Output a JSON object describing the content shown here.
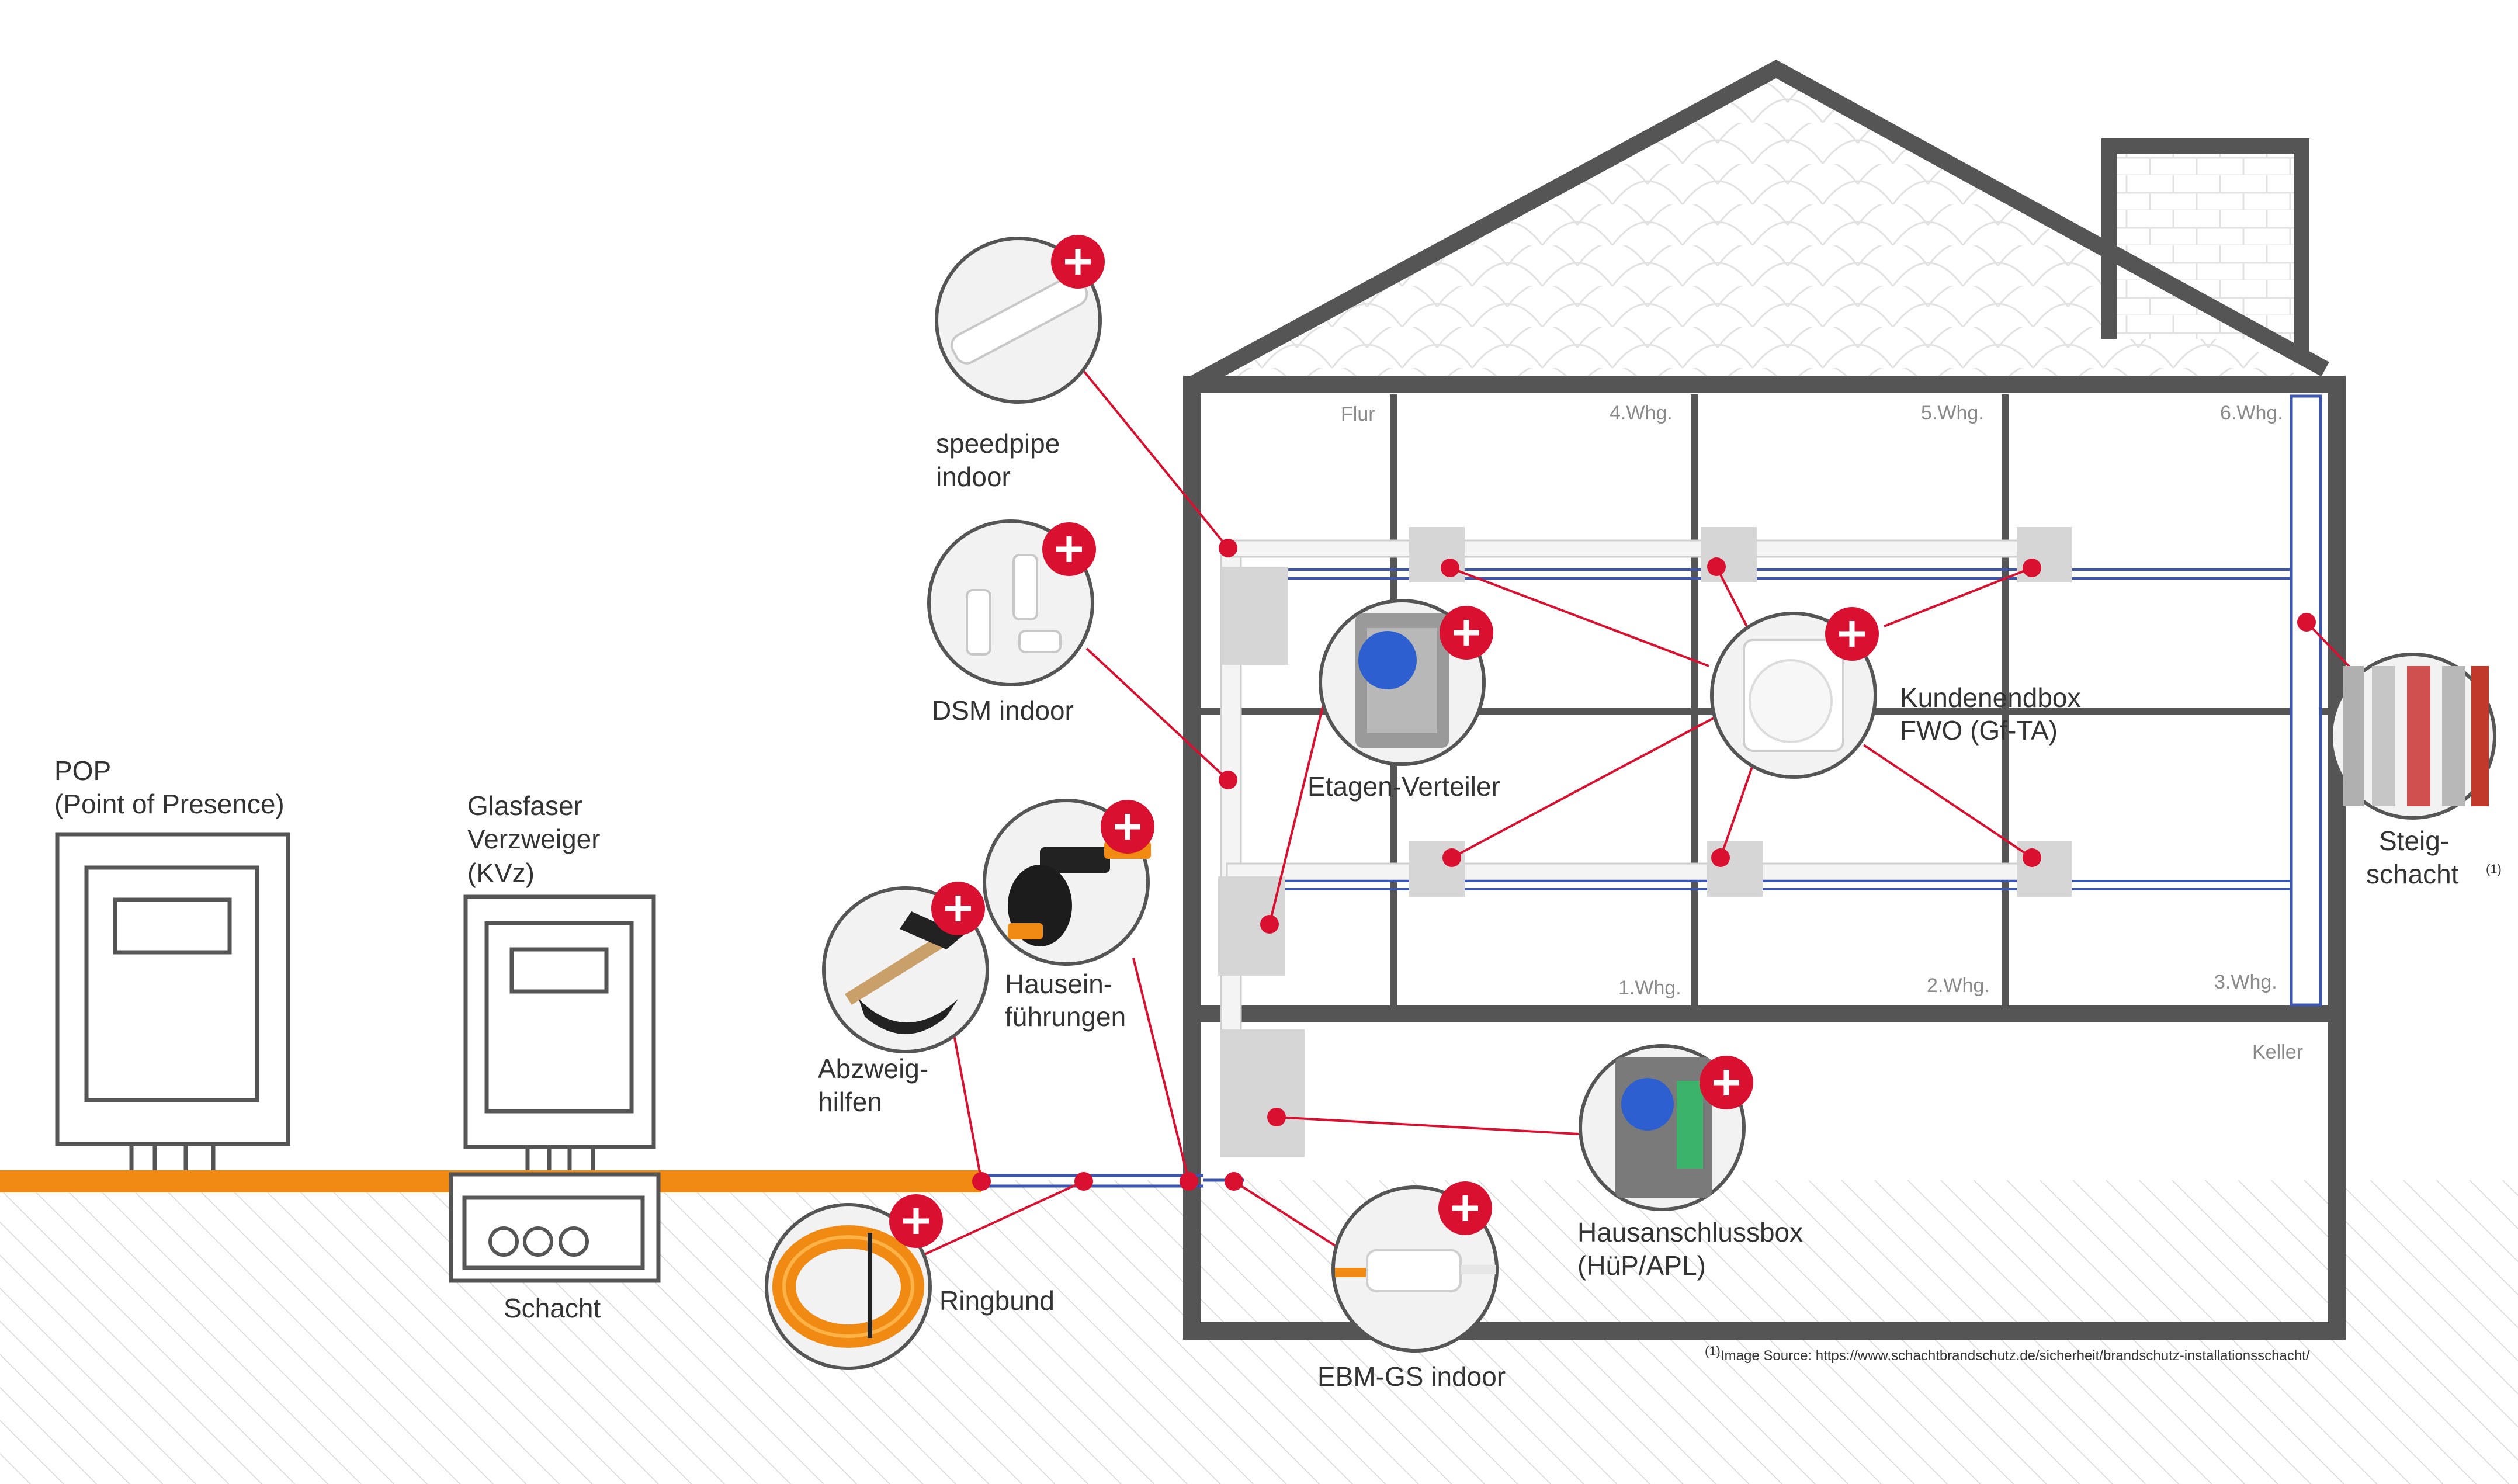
{
  "colors": {
    "wall": "#555555",
    "accent": "#d9102f",
    "cable": "#f08a12",
    "box_fill": "#d6d6d6",
    "duct_blue": "#3b55b0",
    "ground_hatch": "#d4d4d4"
  },
  "outside": {
    "pop": {
      "line1": "POP",
      "line2": "(Point of Presence)"
    },
    "kvz": {
      "line1": "Glasfaser",
      "line2": "Verzweiger",
      "line3": "(KVz)"
    },
    "schacht": "Schacht"
  },
  "products": {
    "speedpipe": {
      "line1": "speedpipe",
      "line2": "indoor",
      "icon": "plus-icon"
    },
    "dsm": {
      "label": "DSM indoor",
      "icon": "plus-icon"
    },
    "abzweig": {
      "line1": "Abzweig-",
      "line2": "hilfen",
      "icon": "plus-icon"
    },
    "hausein": {
      "line1": "Hausein-",
      "line2": "führungen",
      "icon": "plus-icon"
    },
    "ringbund": {
      "label": "Ringbund",
      "icon": "plus-icon"
    },
    "etagen": {
      "label": "Etagen-Verteiler",
      "icon": "plus-icon"
    },
    "kundenendbox": {
      "line1": "Kundenendbox",
      "line2": "FWO (Gf-TA)",
      "icon": "plus-icon"
    },
    "hausanschluss": {
      "line1": "Hausanschlussbox",
      "line2": "(HüP/APL)",
      "icon": "plus-icon"
    },
    "ebm": {
      "label": "EBM-GS indoor",
      "icon": "plus-icon"
    },
    "steig": {
      "line1": "Steig-",
      "line2": "schacht",
      "sup": "(1)",
      "icon": "plus-icon"
    }
  },
  "rooms": {
    "flur": "Flur",
    "whg4": "4.Whg.",
    "whg5": "5.Whg.",
    "whg6": "6.Whg.",
    "whg1": "1.Whg.",
    "whg2": "2.Whg.",
    "whg3": "3.Whg.",
    "keller": "Keller"
  },
  "footnote": {
    "sup": "(1)",
    "text": "Image Source: https://www.schachtbrandschutz.de/sicherheit/brandschutz-installationsschacht/"
  }
}
